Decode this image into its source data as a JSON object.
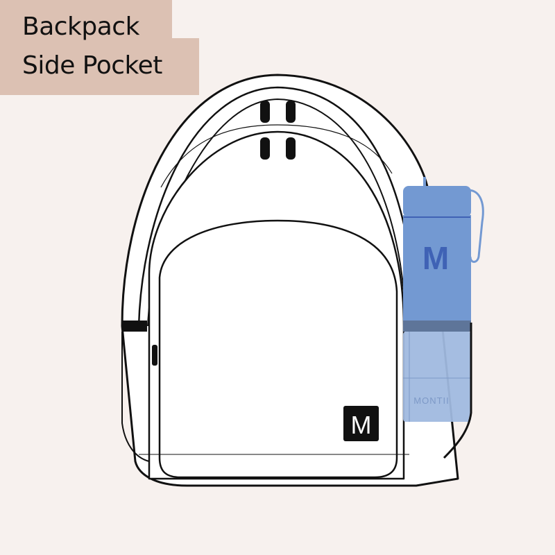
{
  "title": {
    "line1": "Backpack",
    "line2": "Side Pocket"
  },
  "colors": {
    "background": "#f7f1ee",
    "label": "#dcc1b3",
    "bottle": "#7399d2",
    "bottle_logo": "#3f62b5",
    "bottle_band": "#5e7599",
    "bottle_lower": "#a0b9df"
  },
  "bottle": {
    "logo": "M",
    "brand": "MONTII"
  },
  "backpack": {
    "logo": "M"
  }
}
